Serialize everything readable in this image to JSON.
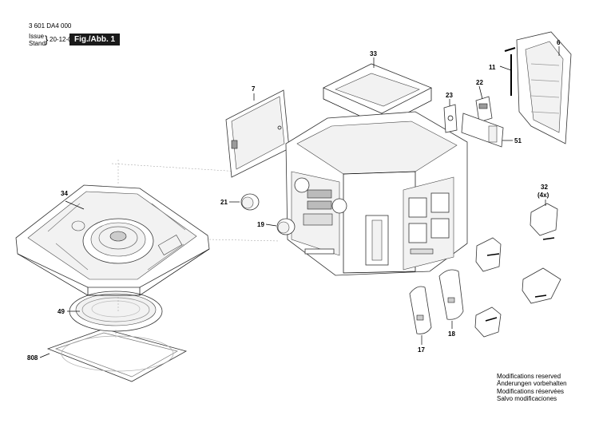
{
  "header": {
    "doc_number": "3 601 DA4 000",
    "issue_label": "Issue",
    "stand_label": "Stand",
    "date": "20-12-03",
    "figure_label": "Fig./Abb. 1"
  },
  "parts": [
    {
      "id": "label-33",
      "text": "33"
    },
    {
      "id": "label-6",
      "text": "6"
    },
    {
      "id": "label-11",
      "text": "11"
    },
    {
      "id": "label-7",
      "text": "7"
    },
    {
      "id": "label-22",
      "text": "22"
    },
    {
      "id": "label-23",
      "text": "23"
    },
    {
      "id": "label-51",
      "text": "51"
    },
    {
      "id": "label-32",
      "text": "32"
    },
    {
      "id": "label-32-qty",
      "text": "(4x)"
    },
    {
      "id": "label-34",
      "text": "34"
    },
    {
      "id": "label-21",
      "text": "21"
    },
    {
      "id": "label-19",
      "text": "19"
    },
    {
      "id": "label-49",
      "text": "49"
    },
    {
      "id": "label-808",
      "text": "808"
    },
    {
      "id": "label-17",
      "text": "17"
    },
    {
      "id": "label-18",
      "text": "18"
    }
  ],
  "notes": [
    "Modifications reserved",
    "Änderungen vorbehalten",
    "Modifications réservées",
    "Salvo modificaciones"
  ]
}
